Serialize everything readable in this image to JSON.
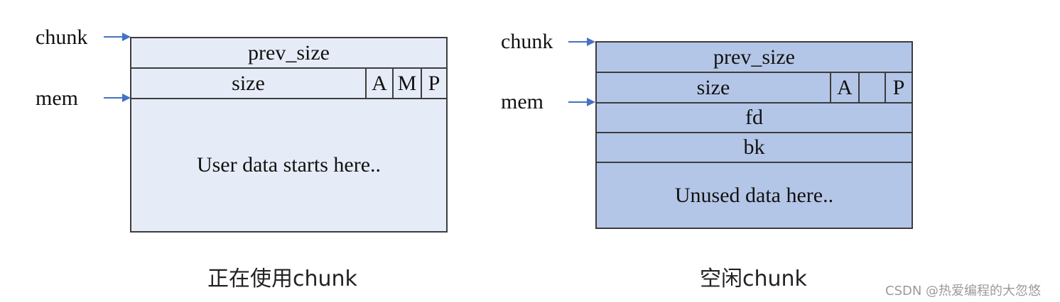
{
  "left_diagram": {
    "pointer_labels": {
      "chunk": "chunk",
      "mem": "mem"
    },
    "fields": {
      "prev_size": "prev_size",
      "size": "size",
      "flag_a": "A",
      "flag_m": "M",
      "flag_p": "P",
      "user_data": "User data starts here.."
    },
    "caption": "正在使用chunk",
    "fill_color": "#e6ecf7",
    "arrow_color": "#4472c4"
  },
  "right_diagram": {
    "pointer_labels": {
      "chunk": "chunk",
      "mem": "mem"
    },
    "fields": {
      "prev_size": "prev_size",
      "size": "size",
      "flag_a": "A",
      "flag_p": "P",
      "fd": "fd",
      "bk": "bk",
      "unused_data": "Unused data here.."
    },
    "caption": "空闲chunk",
    "fill_color": "#b4c6e7",
    "arrow_color": "#4472c4"
  },
  "watermark": "CSDN @热爱编程的大忽悠"
}
